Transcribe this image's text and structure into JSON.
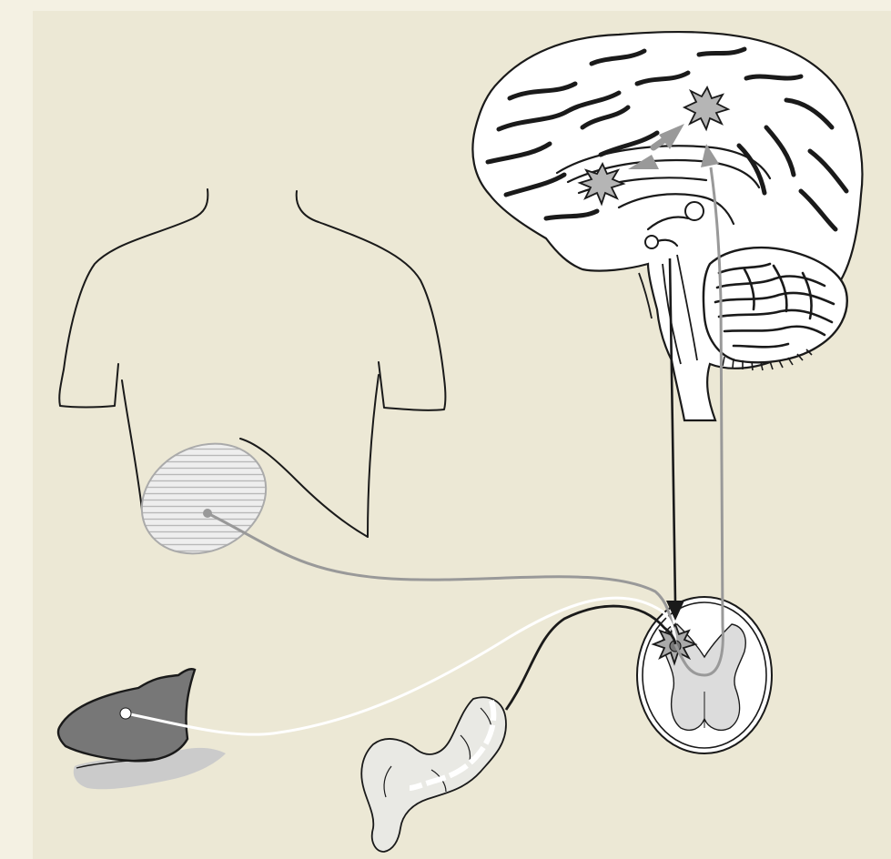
{
  "figure": {
    "panels": [
      "brain",
      "torso",
      "referred-pain-zone",
      "spinal-cord-section",
      "bladder",
      "colon"
    ],
    "pathways": [
      "referred-pain-pathway",
      "bladder-afferent",
      "colon-afferent",
      "descending-pathway",
      "ascending-pathway"
    ]
  },
  "colors": {
    "background": "#ece8d5",
    "border": "#f4f1e3",
    "outline": "#1a1a1a",
    "grey_pathway": "#999999",
    "white_pathway": "#ffffff",
    "black_pathway": "#1a1a1a",
    "spinal_grey_matter": "#dcdcdc",
    "bladder_fill": "#777777",
    "colon_fill": "#e9e9e4",
    "brain_activation": "#b5b5b5"
  },
  "icons": {
    "brain": "brain-sagittal-icon",
    "spinal_cord": "spinal-cord-cross-section-icon",
    "bladder": "bladder-icon",
    "colon": "colon-icon",
    "activation": "starburst-icon"
  }
}
